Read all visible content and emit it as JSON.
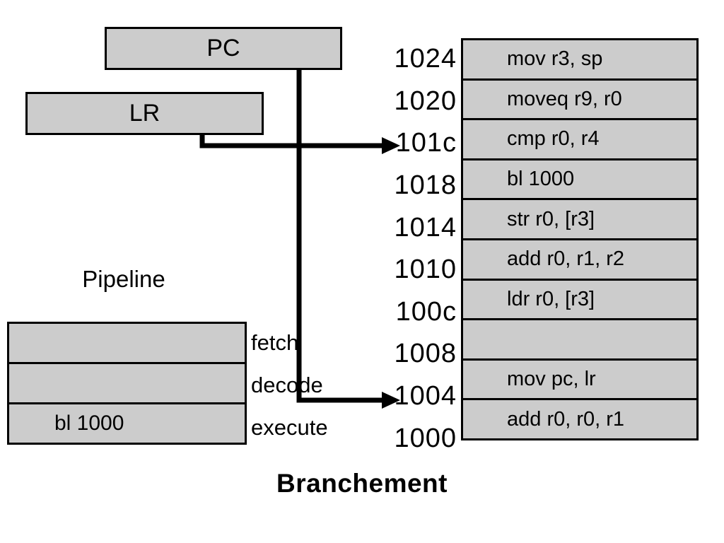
{
  "title": "Branchement",
  "registers": {
    "pc": {
      "label": "PC"
    },
    "lr": {
      "label": "LR"
    }
  },
  "pipeline": {
    "title": "Pipeline",
    "stages": [
      {
        "label": "fetch",
        "content": ""
      },
      {
        "label": "decode",
        "content": ""
      },
      {
        "label": "execute",
        "content": "bl 1000"
      }
    ]
  },
  "memory": {
    "rows": [
      {
        "address": "1024",
        "instruction": "mov r3, sp"
      },
      {
        "address": "1020",
        "instruction": "moveq r9, r0"
      },
      {
        "address": "101c",
        "instruction": "cmp r0, r4"
      },
      {
        "address": "1018",
        "instruction": "bl 1000"
      },
      {
        "address": "1014",
        "instruction": "str r0, [r3]"
      },
      {
        "address": "1010",
        "instruction": "add r0, r1, r2"
      },
      {
        "address": "100c",
        "instruction": "ldr r0, [r3]"
      },
      {
        "address": "1008",
        "instruction": ""
      },
      {
        "address": "1004",
        "instruction": "mov pc, lr"
      },
      {
        "address": "1000",
        "instruction": "add r0, r0, r1"
      }
    ]
  },
  "arrows": [
    {
      "name": "lr-to-101c",
      "from": "LR",
      "to": "101c"
    },
    {
      "name": "pc-to-1004",
      "from": "PC",
      "to": "1004"
    }
  ],
  "colors": {
    "box_fill": "#cccccc",
    "box_border": "#000000",
    "arrow": "#000000",
    "background": "#ffffff",
    "text": "#000000"
  }
}
